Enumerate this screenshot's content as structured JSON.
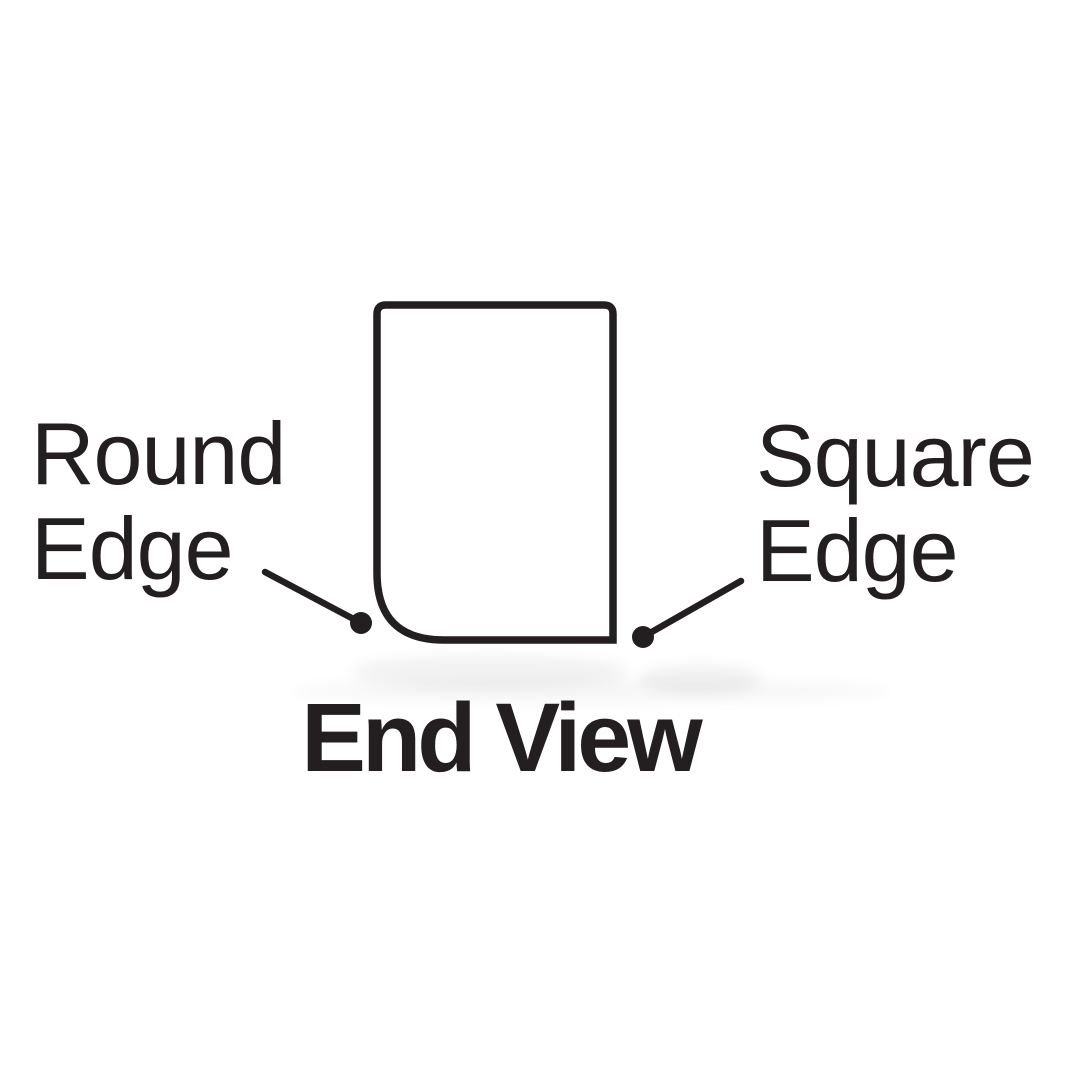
{
  "page": {
    "background_color": "#ffffff",
    "ink_color": "#231f20",
    "shadow_artifact_color": "#ebebeb"
  },
  "diagram": {
    "caption": "End View",
    "shape": {
      "name": "board-end-profile",
      "bottom_left_corner": "round",
      "bottom_right_corner": "square"
    },
    "labels": {
      "round_edge": {
        "line1": "Round",
        "line2": "Edge"
      },
      "square_edge": {
        "line1": "Square",
        "line2": "Edge"
      }
    }
  }
}
